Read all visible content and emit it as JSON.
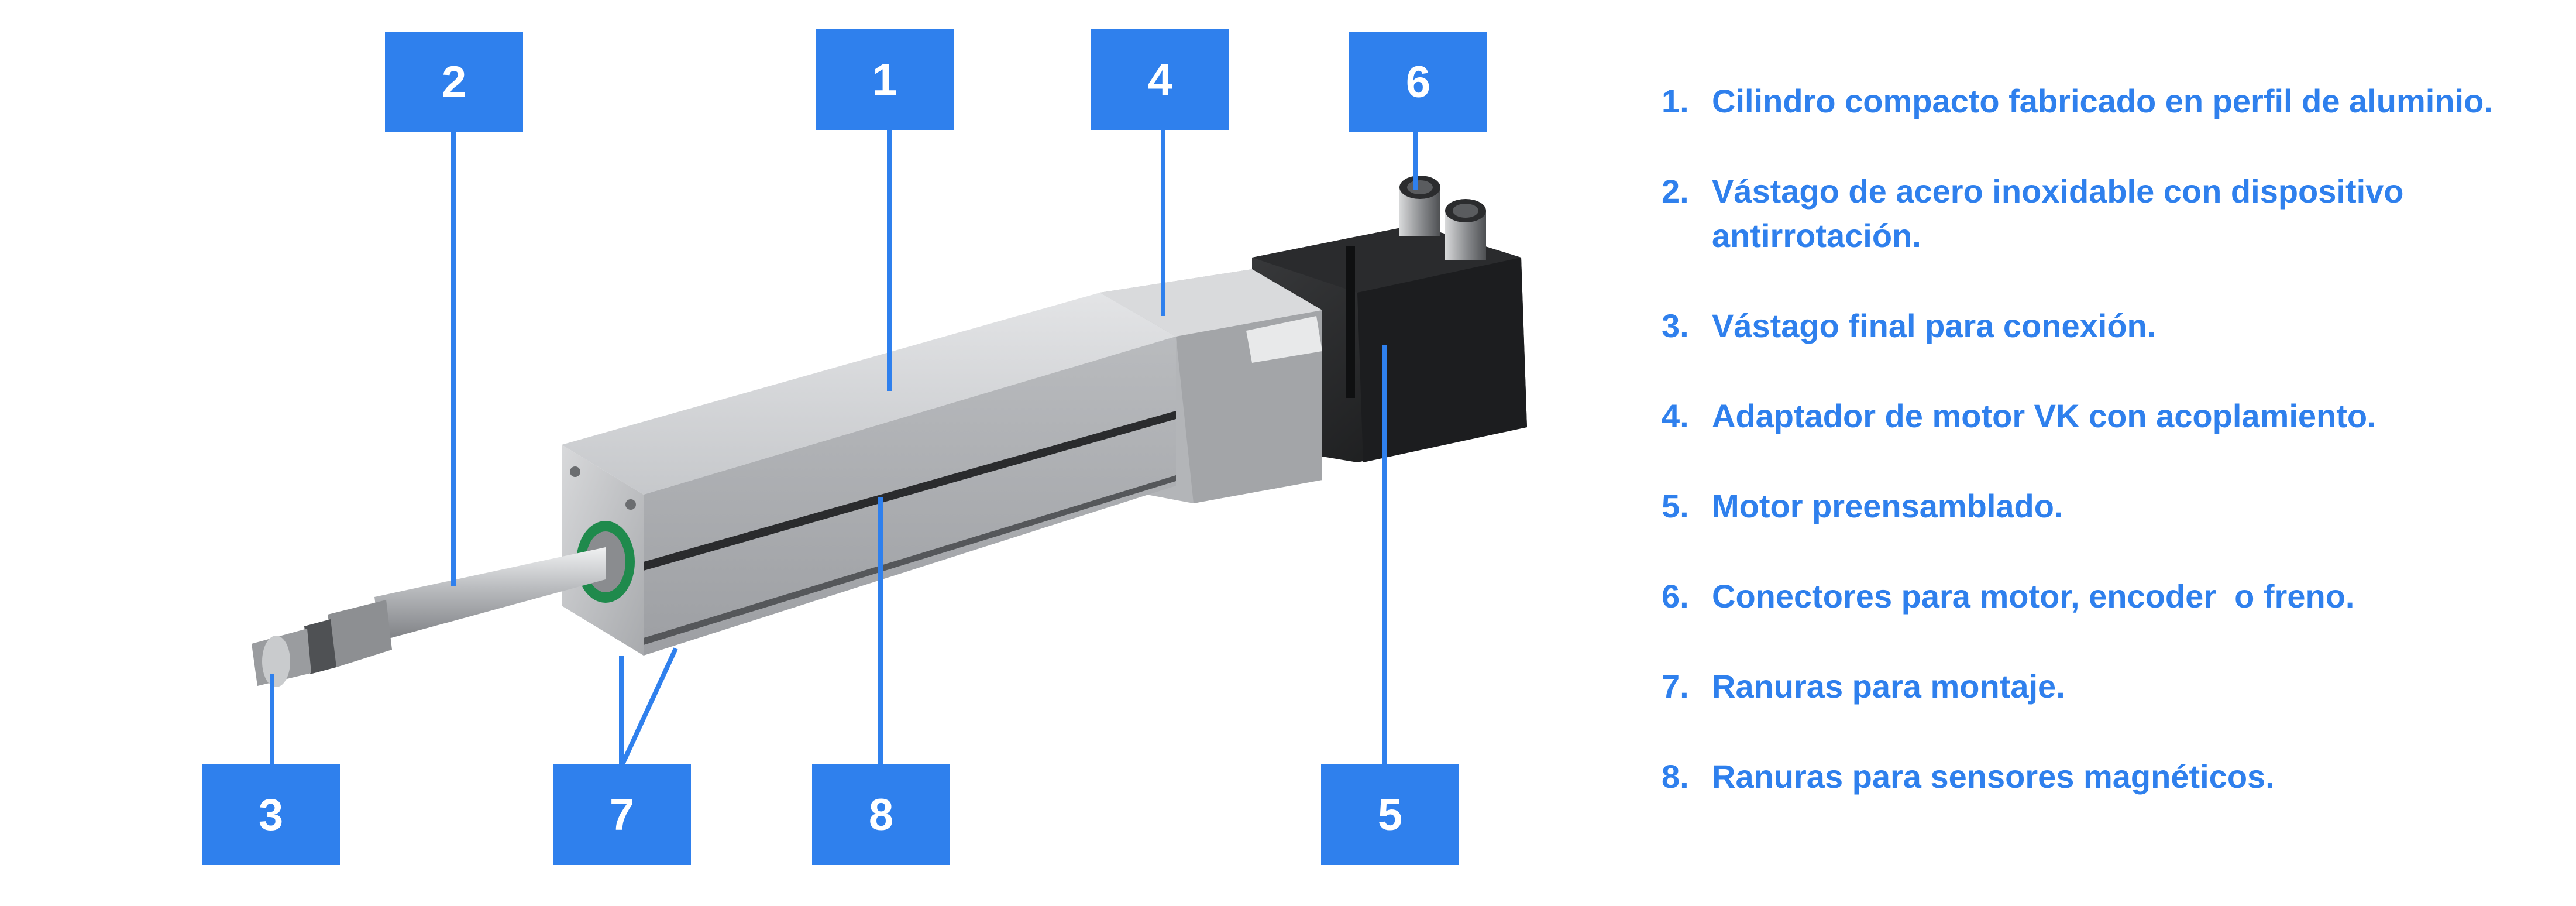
{
  "accent_color": "#2f80ed",
  "image": {
    "subject": "linear-actuator-illustration"
  },
  "callouts": [
    "1",
    "2",
    "3",
    "4",
    "5",
    "6",
    "7",
    "8"
  ],
  "legend": [
    {
      "number": "1.",
      "text": "Cilindro compacto fabricado en perfil de aluminio."
    },
    {
      "number": "2.",
      "text": "Vástago de acero inoxidable con dispositivo antirrotación."
    },
    {
      "number": "3.",
      "text": "Vástago final para conexión."
    },
    {
      "number": "4.",
      "text": "Adaptador de motor VK con acoplamiento."
    },
    {
      "number": "5.",
      "text": "Motor preensamblado."
    },
    {
      "number": "6.",
      "text": "Conectores para motor, encoder  o freno."
    },
    {
      "number": "7.",
      "text": "Ranuras para montaje."
    },
    {
      "number": "8.",
      "text": "Ranuras para sensores magnéticos."
    }
  ]
}
